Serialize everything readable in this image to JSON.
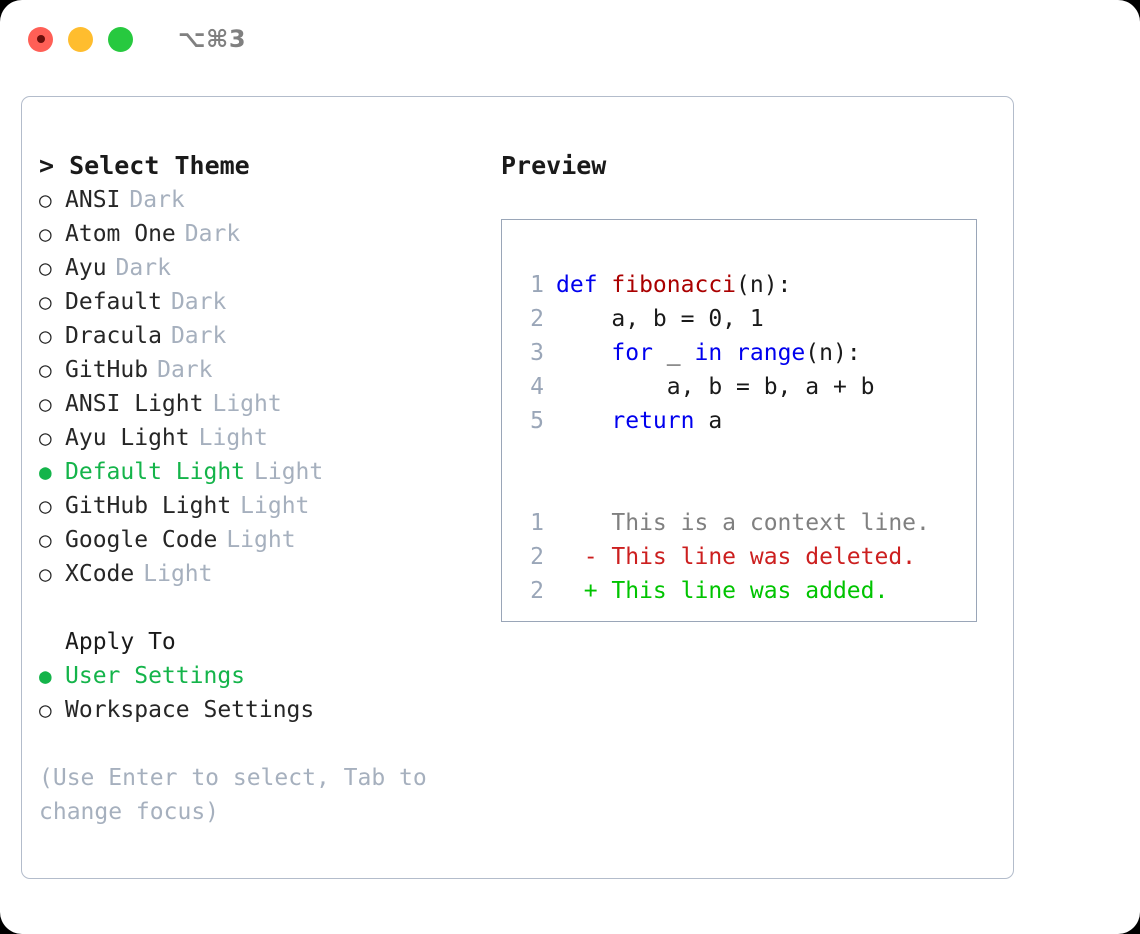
{
  "titlebar": {
    "lights": [
      "close-red",
      "minimize-yellow",
      "zoom-green"
    ],
    "shortcut": "⌥⌘3"
  },
  "left": {
    "header": "> Select Theme",
    "themes": [
      {
        "marker": "○",
        "name": "ANSI",
        "badge": "Dark",
        "selected": false
      },
      {
        "marker": "○",
        "name": "Atom One",
        "badge": "Dark",
        "selected": false
      },
      {
        "marker": "○",
        "name": "Ayu",
        "badge": "Dark",
        "selected": false
      },
      {
        "marker": "○",
        "name": "Default",
        "badge": "Dark",
        "selected": false
      },
      {
        "marker": "○",
        "name": "Dracula",
        "badge": "Dark",
        "selected": false
      },
      {
        "marker": "○",
        "name": "GitHub",
        "badge": "Dark",
        "selected": false
      },
      {
        "marker": "○",
        "name": "ANSI Light",
        "badge": "Light",
        "selected": false
      },
      {
        "marker": "○",
        "name": "Ayu Light",
        "badge": "Light",
        "selected": false
      },
      {
        "marker": "●",
        "name": "Default Light",
        "badge": "Light",
        "selected": true
      },
      {
        "marker": "○",
        "name": "GitHub Light",
        "badge": "Light",
        "selected": false
      },
      {
        "marker": "○",
        "name": "Google Code",
        "badge": "Light",
        "selected": false
      },
      {
        "marker": "○",
        "name": "XCode",
        "badge": "Light",
        "selected": false
      }
    ],
    "apply_to": {
      "header": "Apply To",
      "options": [
        {
          "marker": "●",
          "label": "User Settings",
          "selected": true
        },
        {
          "marker": "○",
          "label": "Workspace Settings",
          "selected": false
        }
      ]
    },
    "hint": "(Use Enter to select, Tab to change focus)"
  },
  "right": {
    "title": "Preview",
    "code_lines": [
      {
        "num": "1",
        "tokens": [
          {
            "t": "def ",
            "c": "kw"
          },
          {
            "t": "fibonacci",
            "c": "fn"
          },
          {
            "t": "(n):",
            "c": "plain"
          }
        ]
      },
      {
        "num": "2",
        "tokens": [
          {
            "t": "    a, b = 0, 1",
            "c": "plain"
          }
        ]
      },
      {
        "num": "3",
        "tokens": [
          {
            "t": "    ",
            "c": "plain"
          },
          {
            "t": "for",
            "c": "kw"
          },
          {
            "t": " _ ",
            "c": "plain"
          },
          {
            "t": "in",
            "c": "kw"
          },
          {
            "t": " ",
            "c": "plain"
          },
          {
            "t": "range",
            "c": "kw"
          },
          {
            "t": "(n):",
            "c": "plain"
          }
        ]
      },
      {
        "num": "4",
        "tokens": [
          {
            "t": "        a, b = b, a + b",
            "c": "plain"
          }
        ]
      },
      {
        "num": "5",
        "tokens": [
          {
            "t": "    ",
            "c": "plain"
          },
          {
            "t": "return",
            "c": "kw"
          },
          {
            "t": " a",
            "c": "plain"
          }
        ]
      }
    ],
    "diff_lines": [
      {
        "num": "1",
        "sign": " ",
        "text": "This is a context line.",
        "kind": "ctx"
      },
      {
        "num": "2",
        "sign": "-",
        "text": "This line was deleted.",
        "kind": "del"
      },
      {
        "num": "2",
        "sign": "+",
        "text": "This line was added.",
        "kind": "add"
      }
    ]
  },
  "colors": {
    "accent_green": "#14b44a",
    "muted": "#a6b0be",
    "keyword_blue": "#0000ee",
    "function_red": "#aa0000",
    "diff_delete": "#cc1f1f",
    "diff_add": "#00c400",
    "border": "#b3bccb"
  }
}
